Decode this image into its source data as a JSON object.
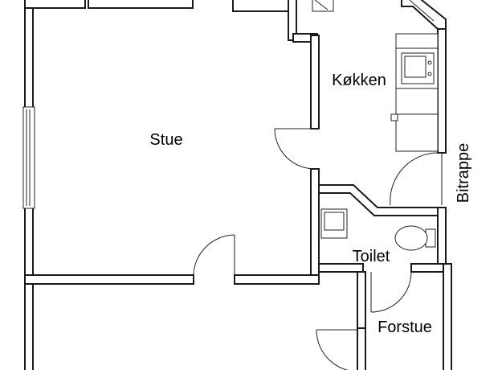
{
  "rooms": {
    "stue": "Stue",
    "kokken": "Køkken",
    "toilet": "Toilet",
    "forstue": "Forstue",
    "bitrappe": "Bitrappe"
  }
}
